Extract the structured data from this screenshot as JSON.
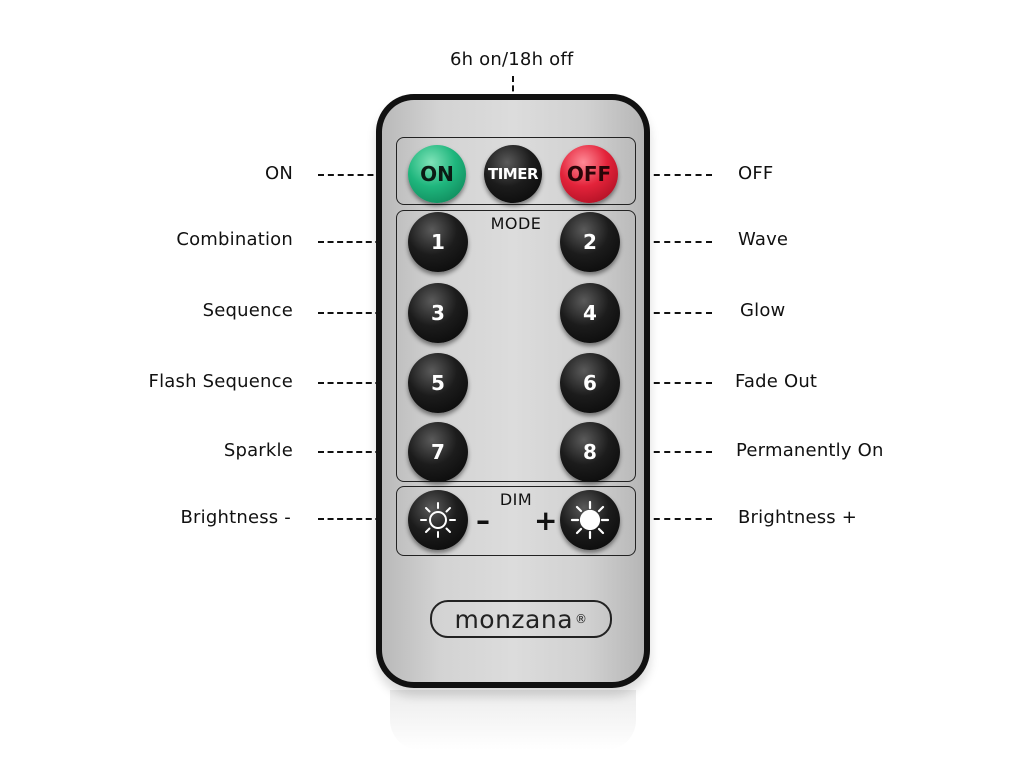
{
  "labels": {
    "timer_note": "6h on/18h off",
    "on": "ON",
    "off": "OFF",
    "combination": "Combination",
    "wave": "Wave",
    "sequence": "Sequence",
    "glow": "Glow",
    "flash_sequence": "Flash Sequence",
    "fade_out": "Fade Out",
    "sparkle": "Sparkle",
    "permanently_on": "Permanently On",
    "brightness_minus": "Brightness -",
    "brightness_plus": "Brightness +"
  },
  "remote": {
    "buttons": {
      "on": "ON",
      "timer": "TIMER",
      "off": "OFF",
      "mode_1": "1",
      "mode_2": "2",
      "mode_3": "3",
      "mode_4": "4",
      "mode_5": "5",
      "mode_6": "6",
      "mode_7": "7",
      "mode_8": "8"
    },
    "mode_title": "MODE",
    "dim_title": "DIM",
    "minus_sign": "–",
    "plus_sign": "+",
    "brand": "monzana",
    "brand_mark": "®"
  },
  "colors": {
    "on_button": "#1fb67d",
    "off_button": "#e3233a",
    "mode_buttons": "#111111",
    "remote_body": "#111111",
    "remote_face": "#d3d3d3"
  },
  "icons": {
    "dim_down": "sun-outline-icon",
    "dim_up": "sun-filled-icon"
  }
}
